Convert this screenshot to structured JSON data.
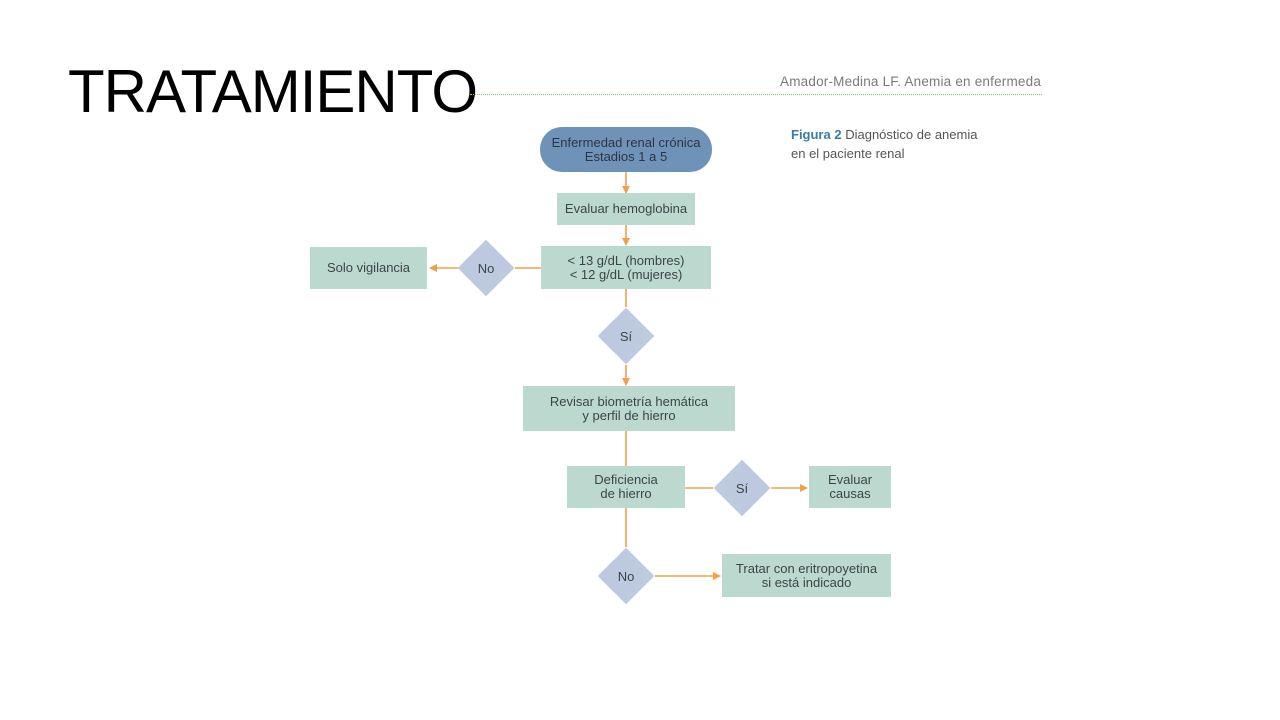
{
  "slide": {
    "title": "TRATAMIENTO"
  },
  "figure": {
    "citation": "Amador-Medina LF. Anemia en enfermeda",
    "caption_label": "Figura 2",
    "caption_text_1": "Diagnóstico de anemia",
    "caption_text_2": "en el paciente renal"
  },
  "flowchart": {
    "start": {
      "line1": "Enfermedad renal crónica",
      "line2": "Estadios 1 a 5"
    },
    "evaluate_hb": "Evaluar hemoglobina",
    "threshold": {
      "line1": "< 13 g/dL (hombres)",
      "line2": "< 12 g/dL (mujeres)"
    },
    "decision_hb_no": "No",
    "surveillance": "Solo vigilancia",
    "decision_hb_yes": "Sí",
    "review": {
      "line1": "Revisar biometría hemática",
      "line2": "y perfil de hierro"
    },
    "iron_deficiency": {
      "line1": "Deficiencia",
      "line2": "de hierro"
    },
    "decision_iron_yes": "Sí",
    "evaluate_causes": {
      "line1": "Evaluar",
      "line2": "causas"
    },
    "decision_iron_no": "No",
    "treat": {
      "line1": "Tratar con eritropoyetina",
      "line2": "si está indicado"
    }
  },
  "colors": {
    "box_fill": "#bcd9cf",
    "start_fill": "#6f93b8",
    "diamond_fill": "#bdc9df",
    "arrow": "#f0a04a",
    "caption_label": "#3a7aa8"
  }
}
